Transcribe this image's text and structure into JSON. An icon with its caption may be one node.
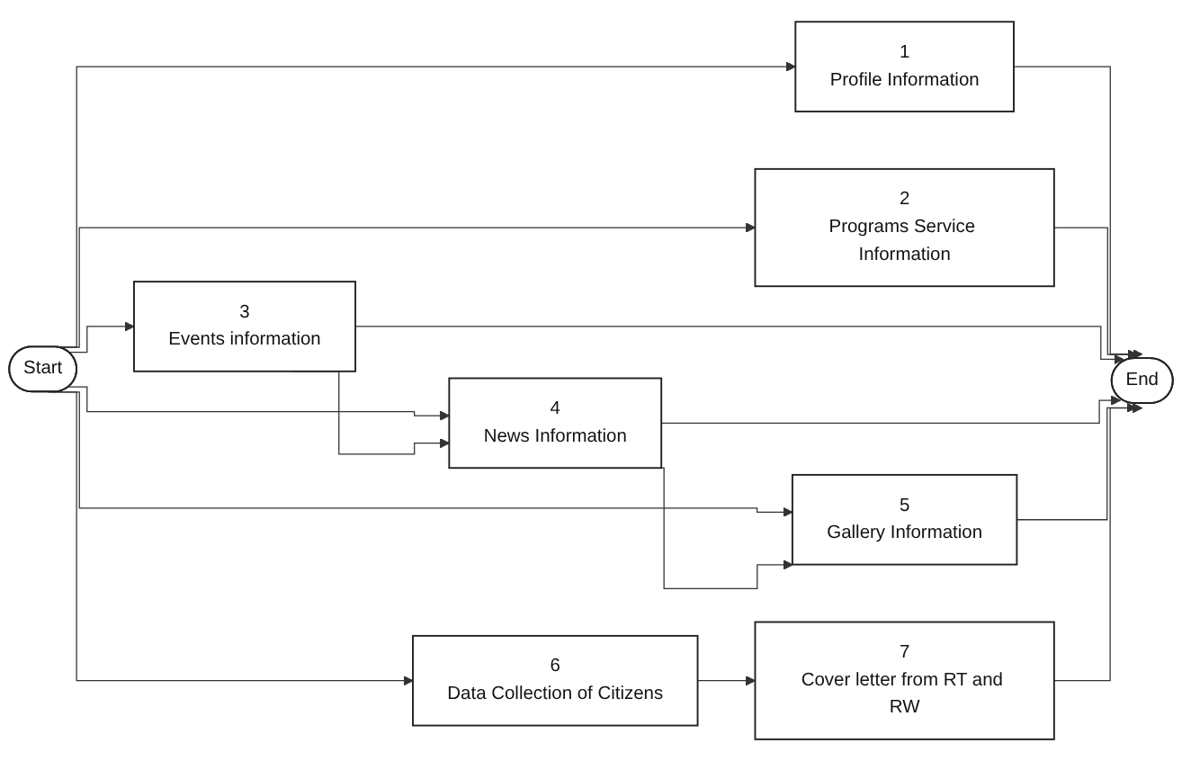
{
  "diagram": {
    "nodes": [
      {
        "text": [
          "Start"
        ]
      },
      {
        "text": [
          "1",
          "Profile Information"
        ]
      },
      {
        "text": [
          "2",
          "Programs Service Information"
        ]
      },
      {
        "text": [
          "3",
          "Events information"
        ]
      },
      {
        "text": [
          "4",
          "News Information"
        ]
      },
      {
        "text": [
          "5",
          "Gallery Information"
        ]
      },
      {
        "text": [
          "6",
          "Data Collection of Citizens"
        ]
      },
      {
        "text": [
          "7",
          "Cover letter from RT and RW"
        ]
      },
      {
        "text": [
          "End"
        ]
      }
    ],
    "edges": [
      {
        "from": 0,
        "to": 1,
        "arrow": "to"
      },
      {
        "from": 0,
        "to": 2,
        "arrow": "to"
      },
      {
        "from": 0,
        "to": 3,
        "arrow": "to"
      },
      {
        "from": 0,
        "to": 4,
        "arrow": "to"
      },
      {
        "from": 0,
        "to": 5,
        "arrow": "to"
      },
      {
        "from": 0,
        "to": 6,
        "arrow": "to"
      },
      {
        "from": 3,
        "to": 4,
        "arrow": "to"
      },
      {
        "from": 4,
        "to": 5,
        "arrow": "to"
      },
      {
        "from": 6,
        "to": 7,
        "arrow": "to"
      },
      {
        "from": 1,
        "to": 8,
        "arrow": "to"
      },
      {
        "from": 2,
        "to": 8,
        "arrow": "to"
      },
      {
        "from": 3,
        "to": 8,
        "arrow": "to"
      },
      {
        "from": 4,
        "to": 8,
        "arrow": "to"
      },
      {
        "from": 5,
        "to": 8,
        "arrow": "to"
      },
      {
        "from": 7,
        "to": 8,
        "arrow": "to"
      }
    ]
  }
}
